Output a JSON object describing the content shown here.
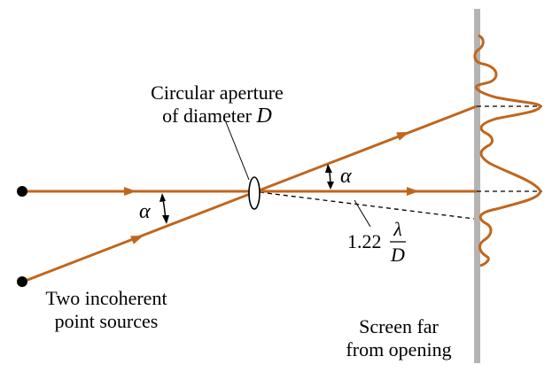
{
  "labels": {
    "aperture_line1": "Circular aperture",
    "aperture_line2_prefix": "of diameter ",
    "aperture_symbol": "D",
    "alpha_left": "α",
    "alpha_right": "α",
    "angle_coefficient": "1.22",
    "angle_numerator": "λ",
    "angle_denominator": "D",
    "sources_line1": "Two incoherent",
    "sources_line2": "point sources",
    "screen_line1": "Screen far",
    "screen_line2": "from opening"
  },
  "colors": {
    "ray": "#c0661c",
    "screen": "#b4b4b4",
    "ink": "#000000"
  }
}
